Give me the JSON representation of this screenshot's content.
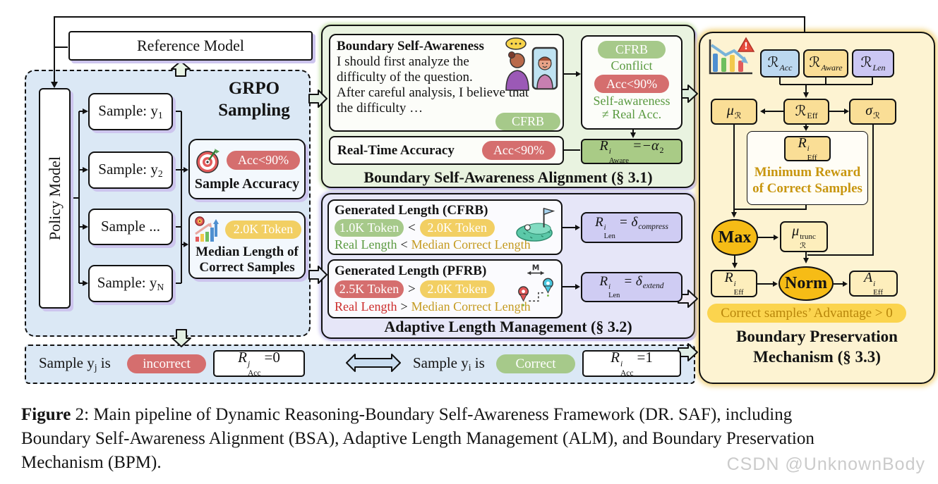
{
  "reference_model": {
    "label": "Reference Model"
  },
  "grpo": {
    "title1": "GRPO",
    "title2": "Sampling",
    "policy_label": "Policy Model",
    "samples": [
      {
        "prefix": "Sample: y",
        "sub": "1"
      },
      {
        "prefix": "Sample: y",
        "sub": "2"
      },
      {
        "prefix": "Sample ...",
        "sub": ""
      },
      {
        "prefix": "Sample: y",
        "sub": "N"
      }
    ],
    "accuracy_card": {
      "badge": "Acc<90%",
      "label": "Sample Accuracy"
    },
    "median_card": {
      "badge": "2.0K Token",
      "label1": "Median Length of",
      "label2": "Correct Samples"
    }
  },
  "bsa": {
    "title": "Boundary Self-Awareness Alignment (§ 3.1)",
    "speech": {
      "heading": "Boundary Self-Awareness",
      "line1": "I should first analyze the",
      "line2": "difficulty of the question.",
      "line3": "After careful analysis, I believe that",
      "line4": "the difficulty …",
      "badge": "CFRB"
    },
    "realtime": {
      "label": "Real-Time Accuracy",
      "badge": "Acc<90%"
    },
    "conflict": {
      "badge_top": "CFRB",
      "label": "Conflict",
      "badge_bottom": "Acc<90%",
      "note1": "Self-awareness",
      "note2": "≠ Real Acc."
    },
    "reward": {
      "base": "R",
      "sup": "i",
      "sub": "Aware",
      "rhs": "=−α",
      "rhs_sub": "2"
    }
  },
  "alm": {
    "title": "Adaptive Length Management (§ 3.2)",
    "cfrb": {
      "heading": "Generated Length (CFRB)",
      "pill_left": "1.0K Token",
      "cmp": "<",
      "pill_right": "2.0K Token",
      "row_left": "Real Length",
      "row_cmp": "<",
      "row_right": "Median Correct Length"
    },
    "pfrb": {
      "heading": "Generated Length (PFRB)",
      "pill_left": "2.5K Token",
      "cmp": ">",
      "pill_right": "2.0K Token",
      "row_left": "Real Length",
      "row_cmp": ">",
      "row_right": "Median Correct Length"
    },
    "f_compress": {
      "base": "R",
      "sup": "i",
      "sub": "Len",
      "rhs": "= δ",
      "rhs_sub": "compress"
    },
    "f_extend": {
      "base": "R",
      "sup": "i",
      "sub": "Len",
      "rhs": "= δ",
      "rhs_sub": "extend"
    }
  },
  "bpm": {
    "title1": "Boundary Preservation",
    "title2": "Mechanism (§ 3.3)",
    "r_acc": {
      "base": "ℛ",
      "sub": "Acc"
    },
    "r_aware": {
      "base": "ℛ",
      "sub": "Aware"
    },
    "r_len": {
      "base": "ℛ",
      "sub": "Len"
    },
    "mu": {
      "base": "μ",
      "sub": "ℛ"
    },
    "r_eff": {
      "base": "ℛ",
      "sub": "Eff"
    },
    "sigma": {
      "base": "σ",
      "sub": "ℛ"
    },
    "r_eff_top": {
      "base": "R",
      "sup": "i",
      "sub": "Eff"
    },
    "min1": "Minimum Reward",
    "min2": "of Correct Samples",
    "max_label": "Max",
    "mu_trunc": {
      "base": "μ",
      "sup": "trunc",
      "sub": "ℛ"
    },
    "r_eff_bottom": {
      "base": "R",
      "sup": "i",
      "sub": "Eff"
    },
    "norm_label": "Norm",
    "a_eff": {
      "base": "A",
      "sup": "i",
      "sub": "Eff"
    },
    "advantage": "Correct samples’ Advantage > 0"
  },
  "strip": {
    "left_prefix": "Sample y",
    "left_sub": "j",
    "left_suffix": " is",
    "left_badge": "incorrect",
    "left_formula": {
      "base": "R",
      "sup": "j",
      "sub": "Acc",
      "rhs": "=0"
    },
    "right_prefix": "Sample y",
    "right_sub": "i",
    "right_suffix": " is",
    "right_badge": "Correct",
    "right_formula": {
      "base": "R",
      "sup": "i",
      "sub": "Acc",
      "rhs": "=1"
    }
  },
  "caption": {
    "bold": "Figure",
    "line1_rest": " 2: Main pipeline of Dynamic Reasoning-Boundary Self-Awareness Framework (DR. SAF), including",
    "line2": "Boundary Self-Awareness Alignment (BSA), Adaptive Length Management (ALM), and Boundary Preservation",
    "line3": "Mechanism (BPM)."
  },
  "watermark": "CSDN @UnknownBody",
  "icons": {
    "target-icon": "accuracy target with dart",
    "median-chart-icon": "rising bars with arrow and target",
    "self-reflection-icon": "person looking into mirror",
    "thought-bubble-icon": "speech bubble with dots",
    "golf-course-icon": "golf green with flag",
    "route-icon": "map pins with dashed route and M distance arrow",
    "declining-chart-icon": "bar chart with declining arrow",
    "warning-icon": "red warning triangle"
  },
  "colors": {
    "badge_red": "#d56e6e",
    "badge_green": "#a6c98a",
    "badge_yellow": "#f2cf63",
    "region_blue": "#dbe8f5",
    "region_green": "#e9f3e0",
    "region_purple": "#e6e6f8",
    "region_yellow": "#fdf3d2",
    "formula_purple": "#cfccf3",
    "reward_green": "#a9cb86",
    "node_blue": "#bcd8f0",
    "node_yellow": "#fade96",
    "node_purple": "#cbc7f3",
    "node_cream": "#fdeebc",
    "ellipse_orange": "#f6bc16",
    "advantage_pill": "#fbd44e",
    "gold_text": "#c8960f",
    "green_text": "#5a9a40",
    "red_text": "#cc2b2b",
    "gold_label": "#c49a1f"
  }
}
